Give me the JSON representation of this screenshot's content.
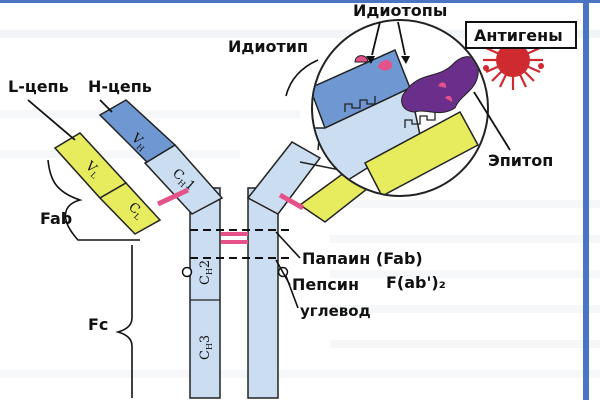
{
  "labels": {
    "idiotopes": "Идиотопы",
    "idiotype": "Идиотип",
    "antigens": "Антигены",
    "l_chain": "L-цепь",
    "h_chain": "H-цепь",
    "fab": "Fab",
    "fc": "Fc",
    "epitope": "Эпитоп",
    "papain": "Папаин (Fab)",
    "pepsin": "Пепсин",
    "fab2": "F(ab')₂",
    "carbohydrate": "углевод"
  },
  "domains": {
    "vh_main": "V",
    "vh_sub": "H",
    "vl_main": "V",
    "vl_sub": "L",
    "cl_main": "C",
    "cl_sub": "L",
    "ch1_main": "C",
    "ch1_sub": "H",
    "ch1_num": "1",
    "ch2_main": "C",
    "ch2_sub": "H",
    "ch2_num": "2",
    "ch3_main": "C",
    "ch3_sub": "H",
    "ch3_num": "3"
  },
  "colors": {
    "blue_domain": "#6f98d2",
    "yellow_domain": "#e6ec5e",
    "heavy_chain": "#cbddf1",
    "disulfide": "#e5528a",
    "antigen": "#cf2a30",
    "epitope_purple": "#6a2f8a",
    "background_text": "#b9c2cc",
    "frame": "#4a74c4"
  }
}
